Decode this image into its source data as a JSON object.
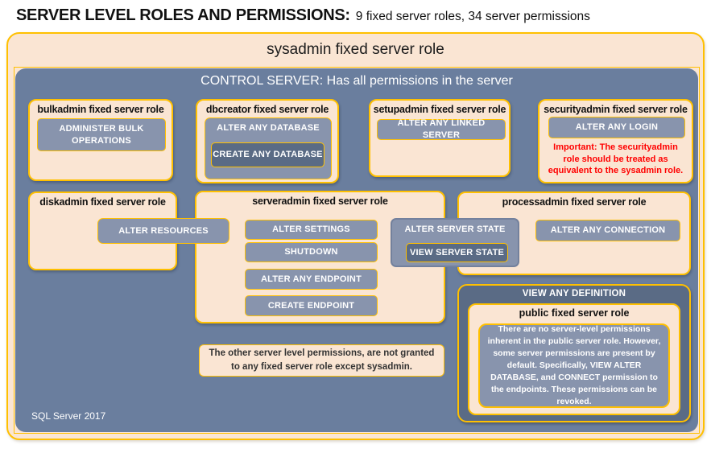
{
  "title": {
    "main": "SERVER LEVEL ROLES AND PERMISSIONS:",
    "sub": "9 fixed server roles, 34 server permissions"
  },
  "sysadmin": {
    "label": "sysadmin fixed server role"
  },
  "control_server": {
    "label": "CONTROL SERVER: Has all permissions in the server"
  },
  "roles": {
    "bulkadmin": {
      "title": "bulkadmin fixed server role",
      "permission": "ADMINISTER BULK OPERATIONS"
    },
    "dbcreator": {
      "title": "dbcreator fixed server role",
      "permission_outer": "ALTER ANY DATABASE",
      "permission_inner": "CREATE ANY DATABASE"
    },
    "setupadmin": {
      "title": "setupadmin fixed server role",
      "permission": "ALTER ANY LINKED SERVER"
    },
    "securityadmin": {
      "title": "securityadmin fixed server role",
      "permission": "ALTER ANY LOGIN",
      "warning": "Important: The securityadmin role should be treated as equivalent to the sysadmin role."
    },
    "diskadmin": {
      "title": "diskadmin fixed server role",
      "permission": "ALTER RESOURCES"
    },
    "serveradmin": {
      "title": "serveradmin fixed server role",
      "permissions": [
        "ALTER SETTINGS",
        "SHUTDOWN",
        "ALTER ANY ENDPOINT",
        "CREATE ENDPOINT"
      ],
      "shared_outer": "ALTER SERVER STATE",
      "shared_inner": "VIEW SERVER STATE"
    },
    "processadmin": {
      "title": "processadmin fixed server role",
      "permission": "ALTER ANY CONNECTION"
    },
    "public": {
      "container_permission": "VIEW ANY DEFINITION",
      "title": "public fixed server role",
      "description": "There are no server-level permissions inherent in the public server role. However, some server permissions are present by default. Specifically, VIEW ALTER DATABASE, and CONNECT permission to the endpoints. These permissions can be revoked."
    }
  },
  "footnote": "The other server level permissions, are not granted to any fixed server role except sysadmin.",
  "footer": "SQL Server 2017",
  "colors": {
    "peach": "#FAE5D3",
    "gold_border": "#FFC000",
    "slate_background": "#6A7E9E",
    "permission_light": "#8894AD",
    "permission_dark": "#5A6B85",
    "warning_red": "#FF0000"
  }
}
